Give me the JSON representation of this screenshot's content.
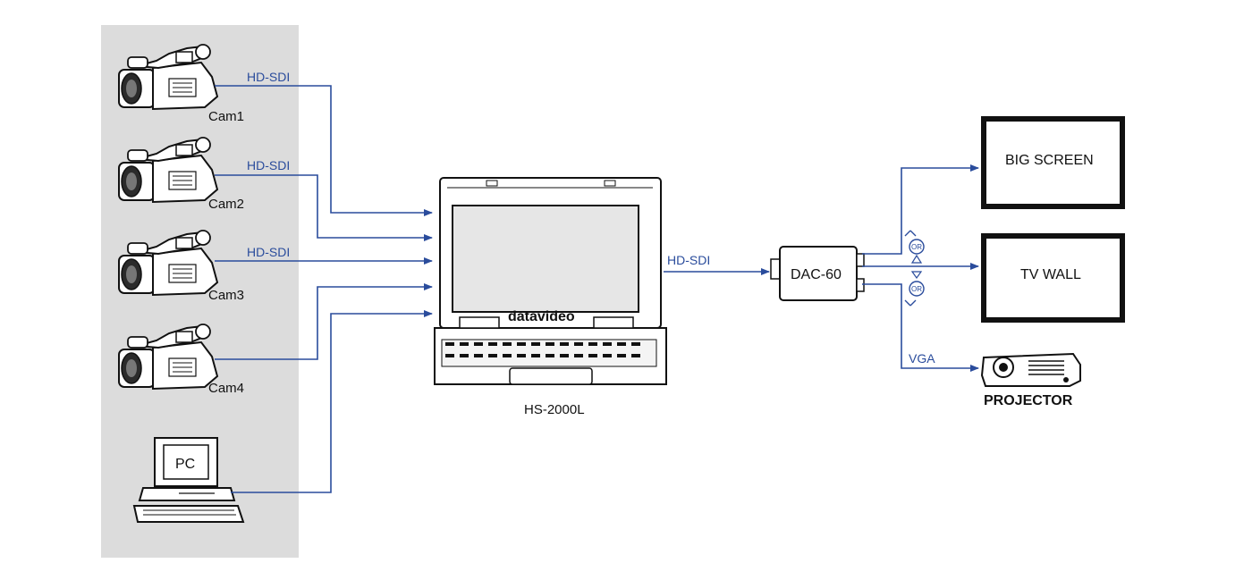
{
  "colors": {
    "signal": "#2a4c9c",
    "source_panel": "#dcdcdc"
  },
  "sources": {
    "cameras": [
      {
        "name": "Cam1",
        "link": "HD-SDI",
        "icon": "video-camera-icon"
      },
      {
        "name": "Cam2",
        "link": "HD-SDI",
        "icon": "video-camera-icon"
      },
      {
        "name": "Cam3",
        "link": "HD-SDI",
        "icon": "video-camera-icon"
      },
      {
        "name": "Cam4",
        "link": "",
        "icon": "video-camera-icon"
      }
    ],
    "pc": {
      "screen_text": "PC",
      "icon": "computer-icon"
    }
  },
  "switcher": {
    "name": "HS-2000L",
    "brand": "datavideo",
    "output_link": "HD-SDI"
  },
  "converter": {
    "name": "DAC-60",
    "or_label": "OR"
  },
  "outputs": {
    "big_screen": "BIG SCREEN",
    "tv_wall": "TV WALL",
    "projector": "PROJECTOR",
    "projector_link": "VGA"
  }
}
